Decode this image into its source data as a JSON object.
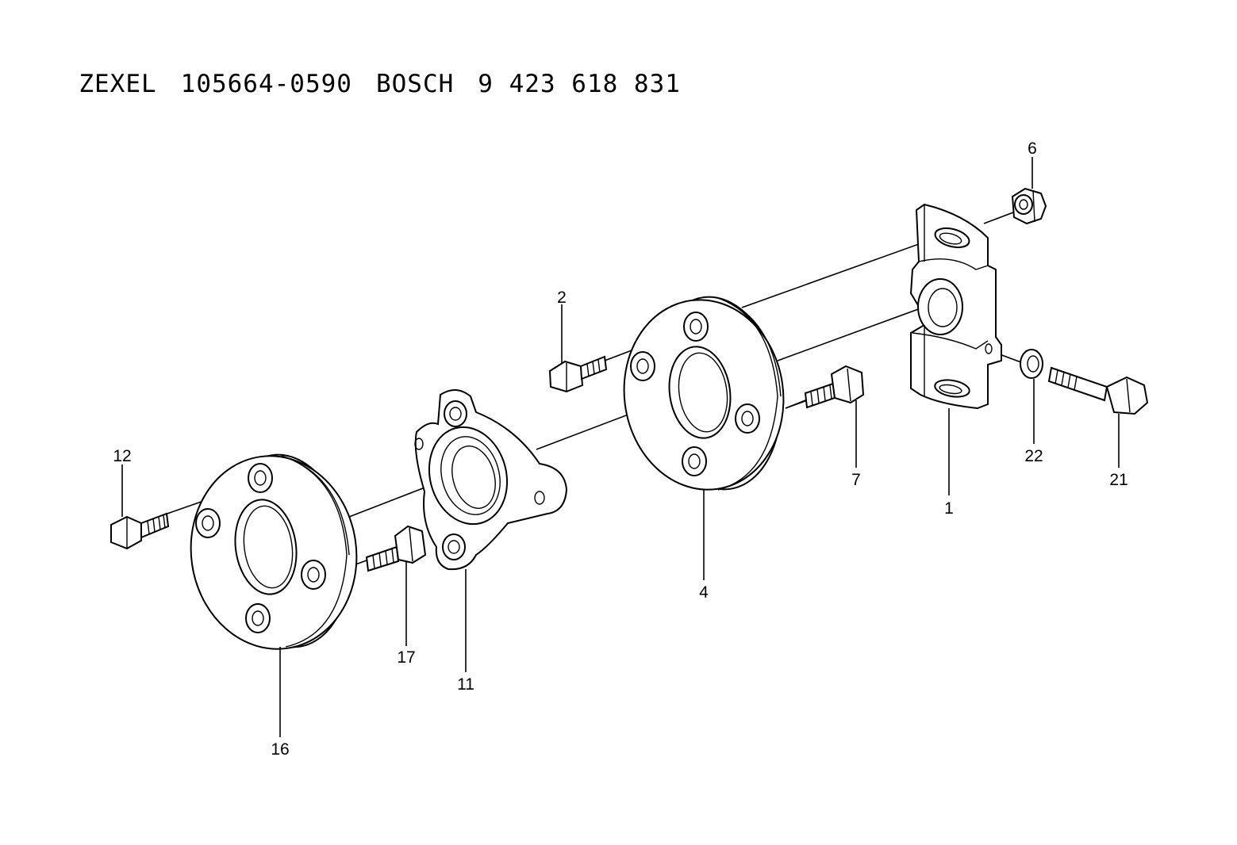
{
  "title": {
    "brand1": "ZEXEL",
    "part1": "105664-0590",
    "brand2": "BOSCH",
    "part2": "9 423 618 831"
  },
  "callouts": {
    "p1": "1",
    "p2": "2",
    "p4": "4",
    "p6": "6",
    "p7": "7",
    "p11": "11",
    "p12": "12",
    "p16": "16",
    "p17": "17",
    "p21": "21",
    "p22": "22"
  }
}
